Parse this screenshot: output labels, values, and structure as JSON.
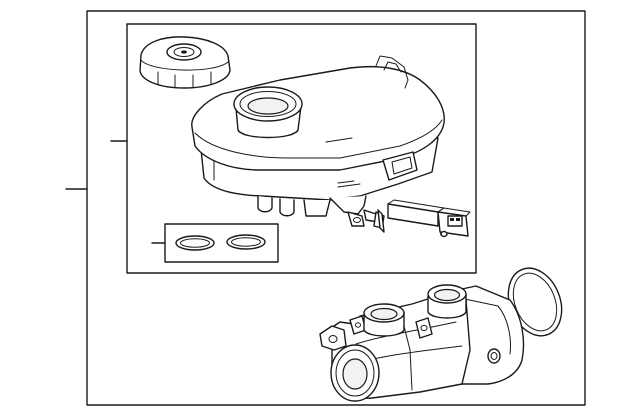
{
  "diagram": {
    "line_color": "#1a1a1a",
    "background": "#ffffff",
    "parts": [
      "master-cylinder-assembly",
      "reservoir-cap",
      "fluid-reservoir",
      "level-sensor",
      "reservoir-seals",
      "master-cylinder-body",
      "o-ring"
    ]
  }
}
